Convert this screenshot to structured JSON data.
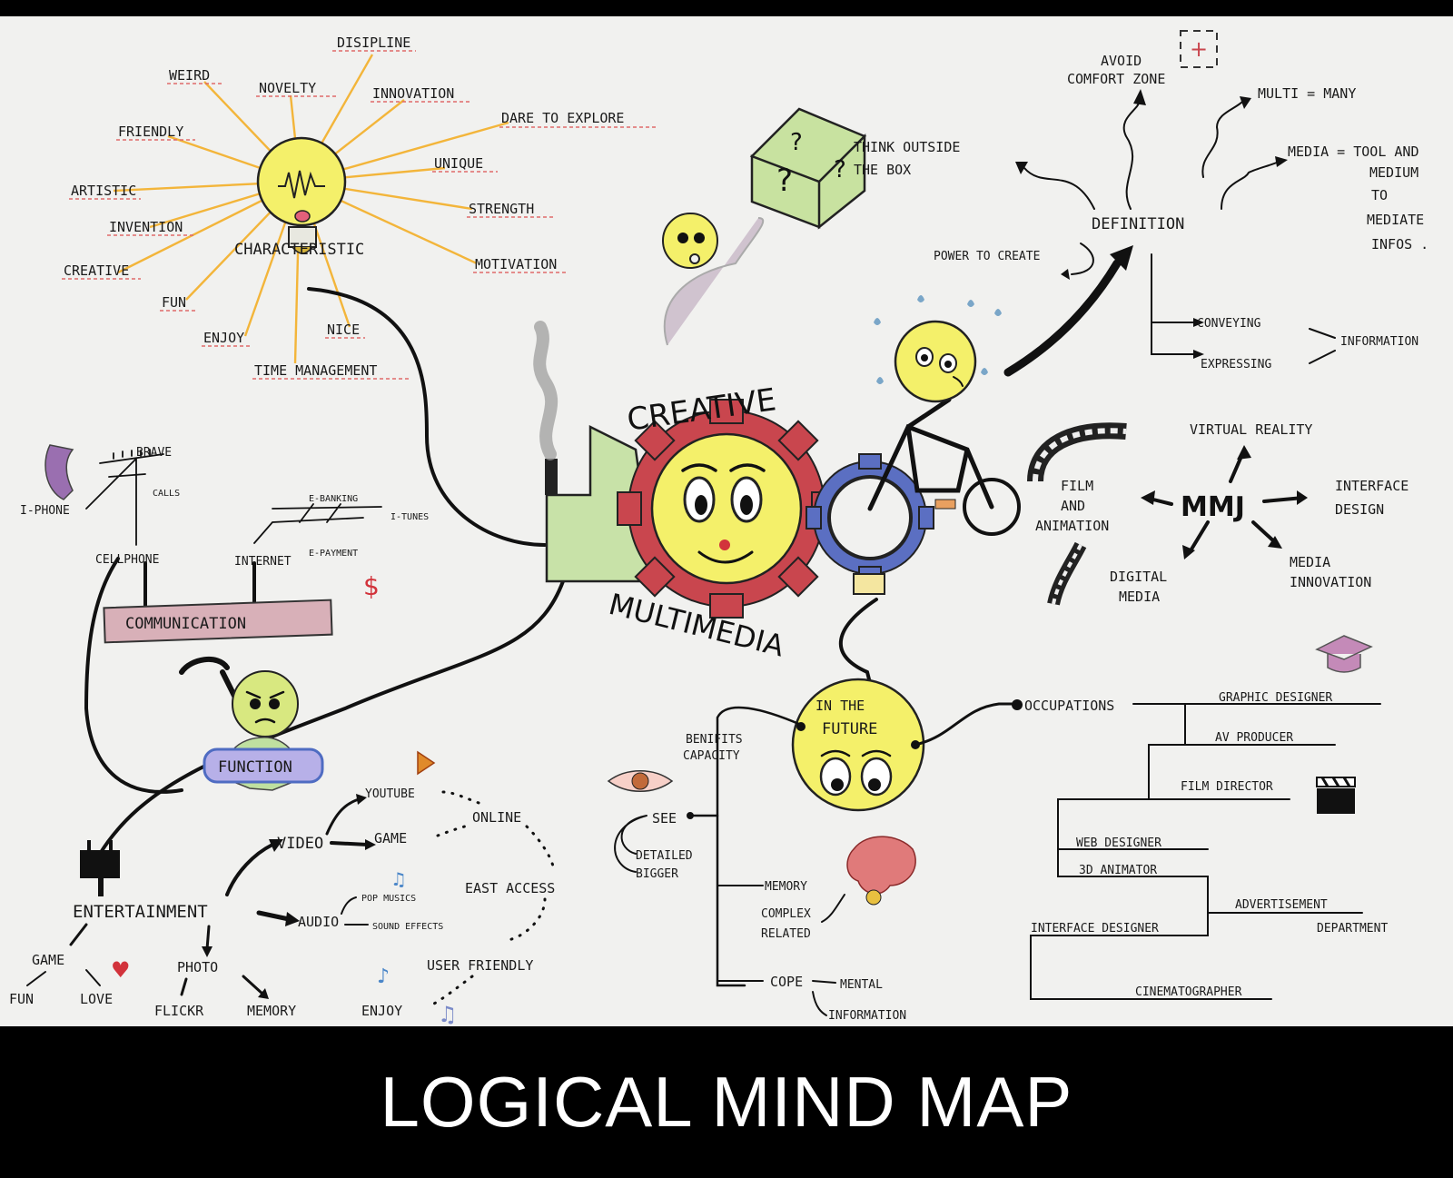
{
  "caption": "LOGICAL MIND MAP",
  "center": {
    "top_word": "CREATIVE",
    "bottom_word": "MULTIMEDIA"
  },
  "characteristic": {
    "title": "CHARACTERISTIC",
    "items": [
      "DISIPLINE",
      "WEIRD",
      "NOVELTY",
      "INNOVATION",
      "DARE TO EXPLORE",
      "FRIENDLY",
      "UNIQUE",
      "ARTISTIC",
      "STRENGTH",
      "INVENTION",
      "CREATIVE",
      "MOTIVATION",
      "FUN",
      "ENJOY",
      "NICE",
      "TIME MANAGEMENT"
    ]
  },
  "definition": {
    "title": "DEFINITION",
    "think": [
      "THINK OUTSIDE",
      "THE BOX"
    ],
    "power": "POWER TO CREATE",
    "avoid": [
      "AVOID",
      "COMFORT ZONE"
    ],
    "multi": "MULTI = MANY",
    "media": [
      "MEDIA = TOOL AND",
      "MEDIUM",
      "TO",
      "MEDIATE",
      "INFOS ."
    ],
    "conveying": "CONVEYING",
    "expressing": "EXPRESSING",
    "information": "INFORMATION"
  },
  "mmj": {
    "title": "MMJ",
    "vr": "VIRTUAL REALITY",
    "film": [
      "FILM",
      "AND",
      "ANIMATION"
    ],
    "interface": [
      "INTERFACE",
      "DESIGN"
    ],
    "digital": [
      "DIGITAL",
      "MEDIA"
    ],
    "innovation": [
      "MEDIA",
      "INNOVATION"
    ]
  },
  "communication": {
    "title": "COMMUNICATION",
    "cellphone": "CELLPHONE",
    "internet": "INTERNET",
    "brave": "BRAVE",
    "iphone": "I-PHONE",
    "calls": "CALLS",
    "ebanking": "E-BANKING",
    "itunes": "I-TUNES",
    "epayment": "E-PAYMENT",
    "dollar": "$"
  },
  "function": "FUNCTION",
  "entertainment": {
    "title": "ENTERTAINMENT",
    "video": "VIDEO",
    "youtube": "YOUTUBE",
    "game_v": "GAME",
    "online": "ONLINE",
    "east_access": "EAST ACCESS",
    "user_friendly": "USER FRIENDLY",
    "enjoy": "ENJOY",
    "audio": "AUDIO",
    "pop": "POP MUSICS",
    "sound": "SOUND EFFECTS",
    "photo": "PHOTO",
    "flickr": "FLICKR",
    "memory": "MEMORY",
    "game": "GAME",
    "fun": "FUN",
    "love": "LOVE"
  },
  "future": {
    "title": [
      "IN THE",
      "FUTURE"
    ],
    "benefits": [
      "BENIFITS",
      "CAPACITY"
    ],
    "see": "SEE",
    "detailed": "DETAILED",
    "bigger": "BIGGER",
    "memory": "MEMORY",
    "complex": "COMPLEX",
    "related": "RELATED",
    "cope": "COPE",
    "mental": "MENTAL",
    "information": "INFORMATION"
  },
  "occupations": {
    "title": "OCCUPATIONS",
    "jobs": [
      "GRAPHIC DESIGNER",
      "AV PRODUCER",
      "FILM DIRECTOR",
      "WEB DESIGNER",
      "3D ANIMATOR",
      "INTERFACE DESIGNER",
      "CINEMATOGRAPHER"
    ],
    "advert": [
      "ADVERTISEMENT",
      "DEPARTMENT"
    ]
  },
  "colors": {
    "paper": "#f1f1ef",
    "ray": "#f3b53a",
    "bulb": "#f4f06a",
    "gear_red": "#c9464e",
    "gear_blue": "#5b6fc2",
    "green": "#bfe0a0",
    "ink": "#111111"
  }
}
